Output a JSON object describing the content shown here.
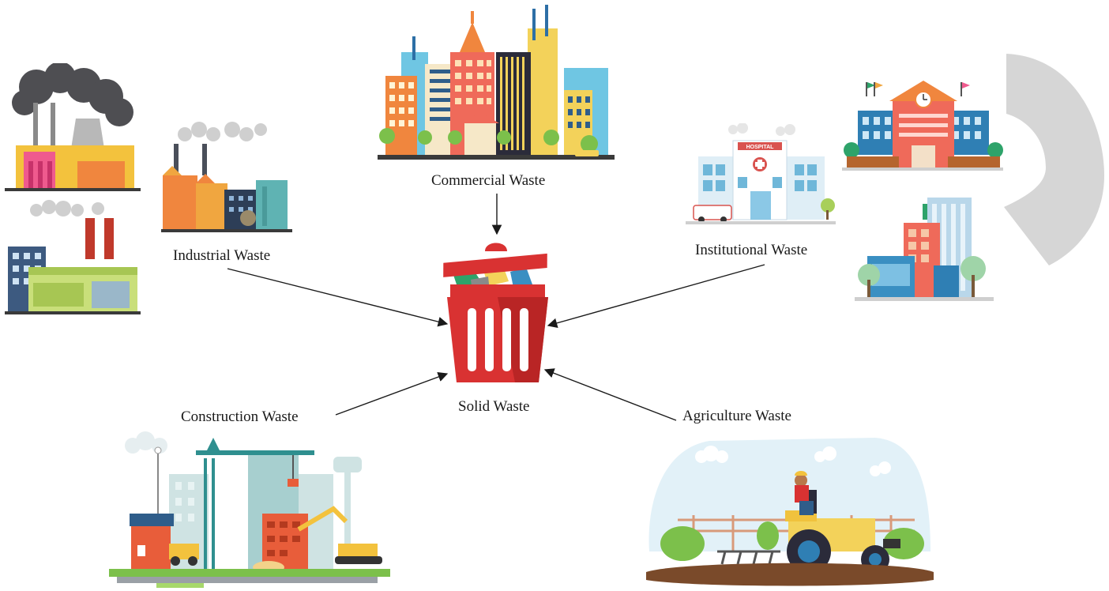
{
  "labels": {
    "commercial": "Commercial Waste",
    "industrial": "Industrial Waste",
    "institutional": "Institutional Waste",
    "solid": "Solid Waste",
    "construction": "Construction Waste",
    "agriculture": "Agriculture Waste"
  },
  "institutional_sign": "HOSPITAL"
}
